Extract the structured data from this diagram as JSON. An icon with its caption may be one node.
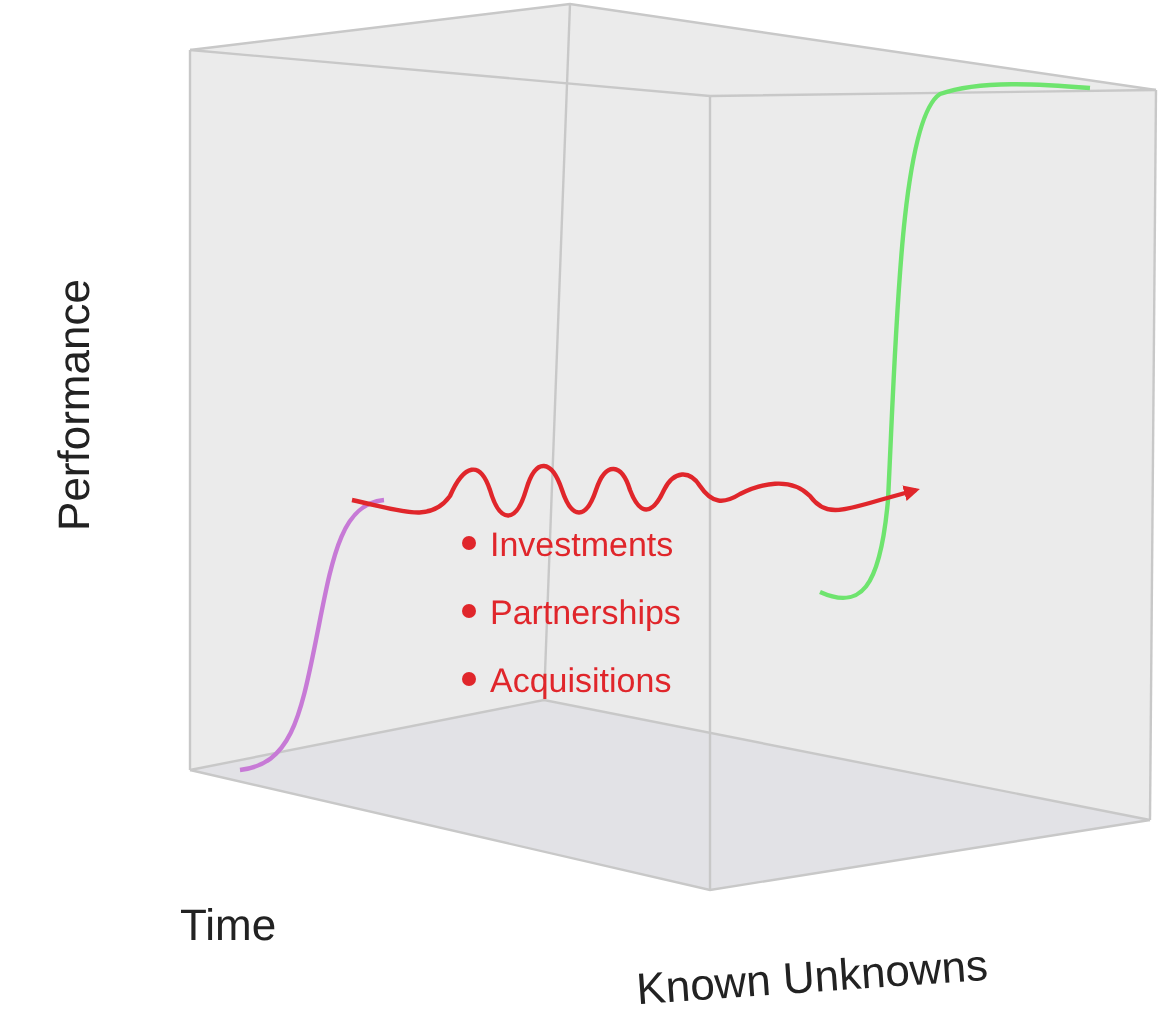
{
  "diagram": {
    "labels": [
      "Performance",
      "Investments",
      "Partnerships",
      "Acquisitions",
      "Time",
      "Known Unknowns"
    ]
  }
}
